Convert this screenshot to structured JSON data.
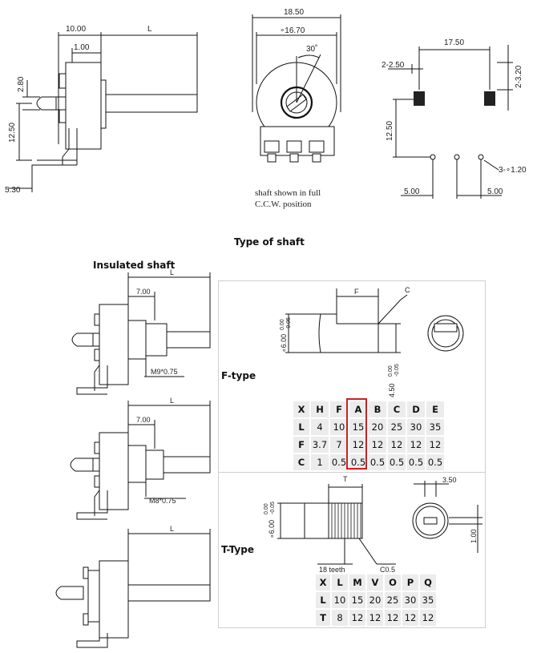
{
  "top_drawings": {
    "side_view": {
      "dim_10": "10.00",
      "dim_L": "L",
      "dim_1": "1.00",
      "dim_280": "2.80",
      "dim_1250": "12.50",
      "dim_530": "5.30"
    },
    "front_view": {
      "dim_1850": "18.50",
      "dim_1670": "∘16.70",
      "dim_30": "30˚",
      "note_line1": "shaft shown in full",
      "note_line2": "C.C.W. position"
    },
    "pcb_view": {
      "dim_1750": "17.50",
      "dim_2250": "2-2.50",
      "dim_2320": "2-3.20",
      "dim_1250": "12.50",
      "dim_3120": "3-∘1.20",
      "dim_500a": "5.00",
      "dim_500b": "5.00"
    }
  },
  "section_title": "Type of shaft",
  "insulated_title": "Insulated shaft",
  "left_drawings": {
    "d1_L": "L",
    "d1_700": "7.00",
    "d1_thread": "M9*0.75",
    "d2_L": "L",
    "d2_700": "7.00",
    "d2_thread": "M8*0.75",
    "d3_L": "L"
  },
  "f_type": {
    "label": "F-type",
    "dims": {
      "F": "F",
      "C": "C",
      "dia": "∘6.00",
      "dia_tol_up": "0.00",
      "dia_tol_dn": "-0.05",
      "flat": "4.50",
      "flat_tol_up": "0.00",
      "flat_tol_dn": "-0.05"
    },
    "table": {
      "header": [
        "X",
        "H",
        "F",
        "A",
        "B",
        "C",
        "D",
        "E"
      ],
      "rows": [
        [
          "L",
          "4",
          "10",
          "15",
          "20",
          "25",
          "30",
          "35"
        ],
        [
          "F",
          "3.7",
          "7",
          "12",
          "12",
          "12",
          "12",
          "12"
        ],
        [
          "C",
          "1",
          "0.5",
          "0.5",
          "0.5",
          "0.5",
          "0.5",
          "0.5"
        ]
      ],
      "highlight_column": "A"
    }
  },
  "t_type": {
    "label": "T-Type",
    "dims": {
      "T": "T",
      "dia": "∘6.00",
      "dia_tol_up": "0.00",
      "dia_tol_dn": "-0.05",
      "teeth": "18 teeth",
      "chamfer": "C0.5",
      "w350": "3.50",
      "h100": "1.00"
    },
    "table": {
      "header": [
        "X",
        "L",
        "M",
        "V",
        "O",
        "P",
        "Q"
      ],
      "rows": [
        [
          "L",
          "10",
          "15",
          "20",
          "25",
          "30",
          "35"
        ],
        [
          "T",
          "8",
          "12",
          "12",
          "12",
          "12",
          "12"
        ]
      ]
    }
  },
  "colors": {
    "highlight": "#cc2020",
    "cell_bg": "#ececec",
    "panel_border": "#cfcfcf",
    "pad": "#222222"
  }
}
